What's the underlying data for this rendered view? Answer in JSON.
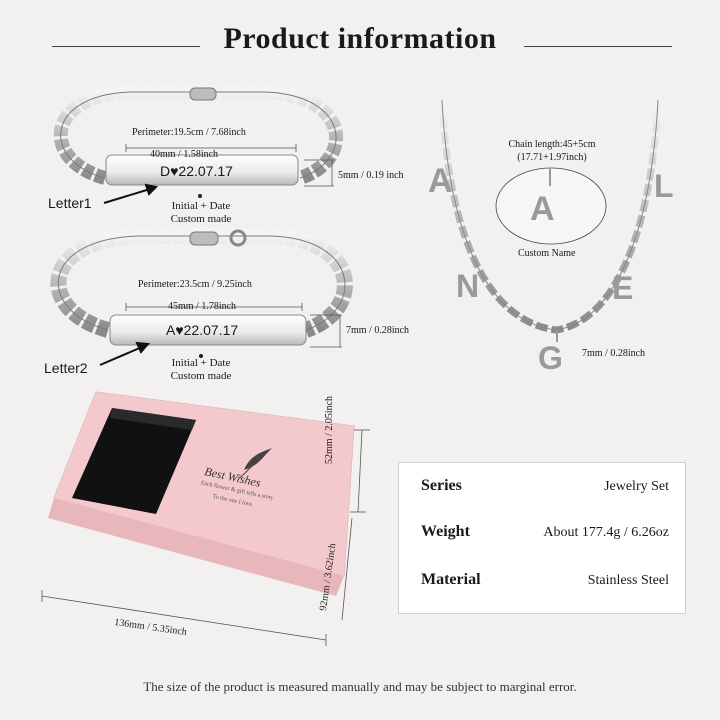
{
  "title": "Product information",
  "bracelet1": {
    "perimeter": "Perimeter:19.5cm / 7.68inch",
    "width": "40mm / 1.58inch",
    "height": "5mm / 0.19 inch",
    "engraving": "D♥22.07.17",
    "letter_callout": "Letter1",
    "caption_line1": "Initial + Date",
    "caption_line2": "Custom made"
  },
  "bracelet2": {
    "perimeter": "Perimeter:23.5cm / 9.25inch",
    "width": "45mm / 1.78inch",
    "height": "7mm / 0.28inch",
    "engraving": "A♥22.07.17",
    "letter_callout": "Letter2",
    "caption_line1": "Initial + Date",
    "caption_line2": "Custom made"
  },
  "necklace": {
    "chain_length_line1": "Chain length:45+5cm",
    "chain_length_line2": "(17.71+1.97inch)",
    "custom_name_label": "Custom Name",
    "charm_size": "7mm / 0.28inch",
    "charm_letters": [
      "A",
      "N",
      "G",
      "E",
      "L"
    ],
    "zoom_letter": "A"
  },
  "box": {
    "depth": "52mm / 2.05inch",
    "height": "92mm / 3.62inch",
    "width": "136mm / 5.35inch",
    "lid_text": "Best Wishes",
    "lid_subtext1": "Each flower & gift tells a story",
    "lid_subtext2": "To the one I love"
  },
  "specs": [
    {
      "key": "Series",
      "value": "Jewelry Set"
    },
    {
      "key": "Weight",
      "value": "About 177.4g / 6.26oz"
    },
    {
      "key": "Material",
      "value": "Stainless Steel"
    }
  ],
  "footer": "The size of the product is measured manually and may be subject to marginal error.",
  "colors": {
    "background": "#f3f1ef",
    "box_pink": "#f2c4c8",
    "silver": "#c9c9c9"
  }
}
